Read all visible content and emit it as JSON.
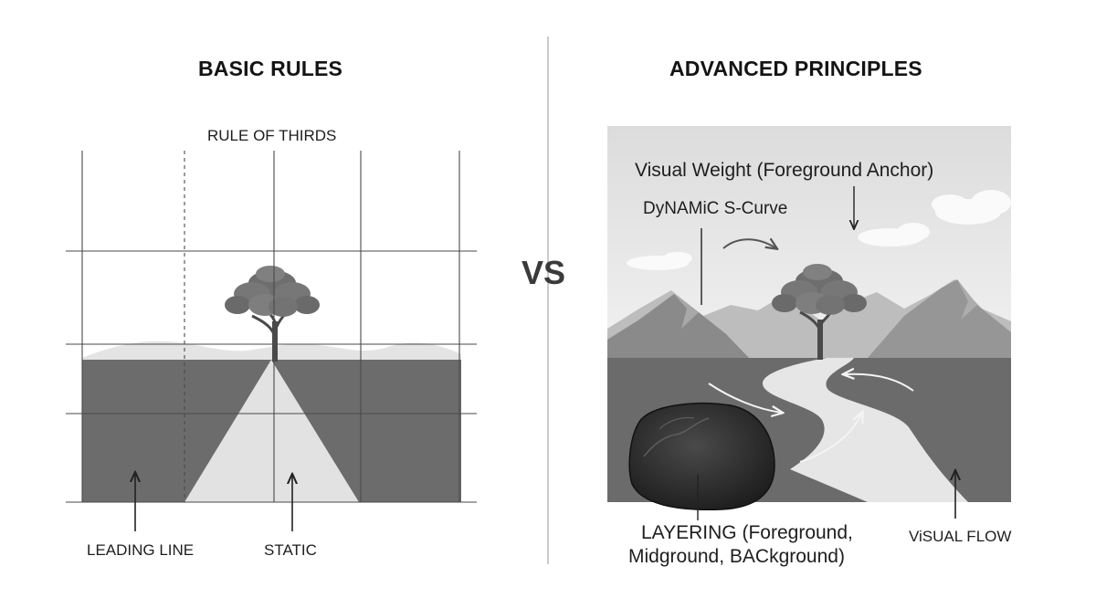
{
  "left_panel": {
    "heading": "BASIC RULES",
    "grid_title": "RULE OF THIRDS",
    "label_leading_line": "LEADING LINE",
    "label_static": "STATIC"
  },
  "divider": {
    "vs_label": "VS"
  },
  "right_panel": {
    "heading": "ADVANCED PRINCIPLES",
    "label_visual_weight": "Visual Weight (Foreground Anchor)",
    "label_s_curve": "DyNAMiC S-Curve",
    "label_layering_line1": "LAYERING (Foreground,",
    "label_layering_line2": "Midground, BACkground)",
    "label_visual_flow": "ViSUAL FLOW"
  }
}
